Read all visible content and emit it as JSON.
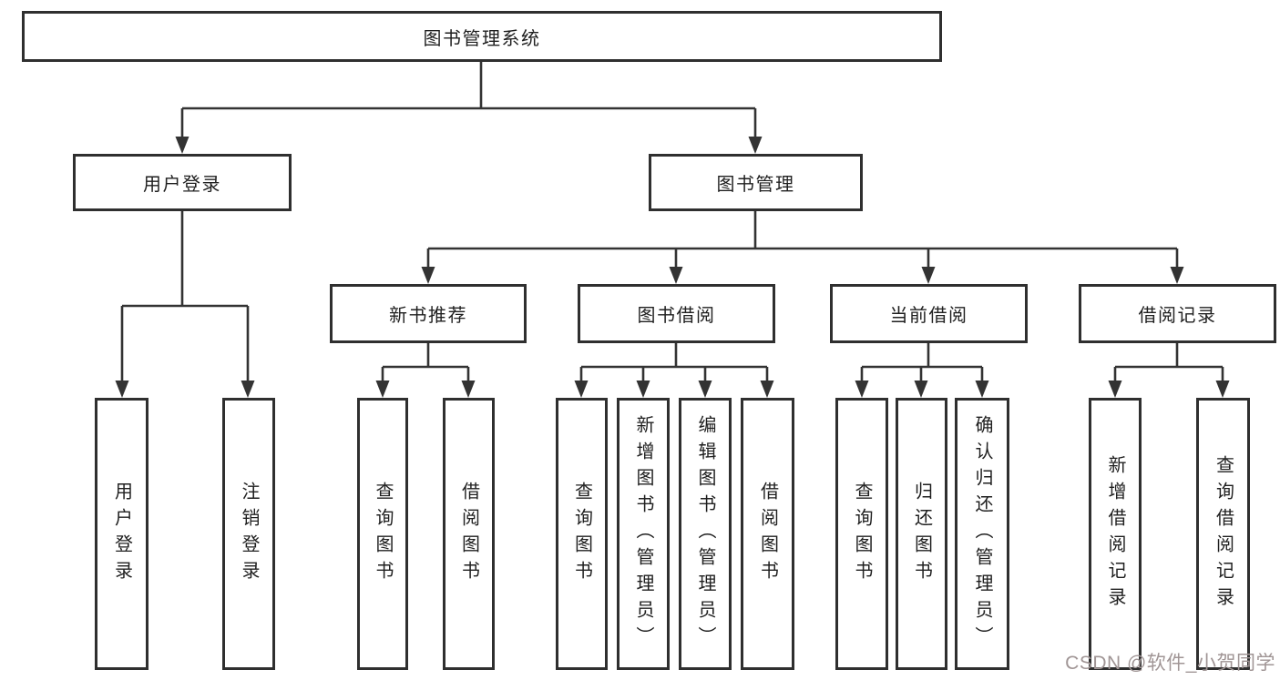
{
  "diagram": {
    "root": {
      "label": "图书管理系统"
    },
    "level2": [
      {
        "label": "用户登录",
        "children": [
          {
            "label": "用户登录"
          },
          {
            "label": "注销登录"
          }
        ]
      },
      {
        "label": "图书管理",
        "children": [
          {
            "label": "新书推荐",
            "children": [
              {
                "label": "查询图书"
              },
              {
                "label": "借阅图书"
              }
            ]
          },
          {
            "label": "图书借阅",
            "children": [
              {
                "label": "查询图书"
              },
              {
                "label": "新增图书（管理员）"
              },
              {
                "label": "编辑图书（管理员）"
              },
              {
                "label": "借阅图书"
              }
            ]
          },
          {
            "label": "当前借阅",
            "children": [
              {
                "label": "查询图书"
              },
              {
                "label": "归还图书"
              },
              {
                "label": "确认归还（管理员）"
              }
            ]
          },
          {
            "label": "借阅记录",
            "children": [
              {
                "label": "新增借阅记录"
              },
              {
                "label": "查询借阅记录"
              }
            ]
          }
        ]
      }
    ]
  },
  "watermark": {
    "text": "CSDN @软件_小贺同学"
  },
  "colors": {
    "line": "#333333",
    "border": "#2f2f2f",
    "text": "#1f1f1f",
    "background": "#ffffff",
    "watermark": "#a09595"
  }
}
